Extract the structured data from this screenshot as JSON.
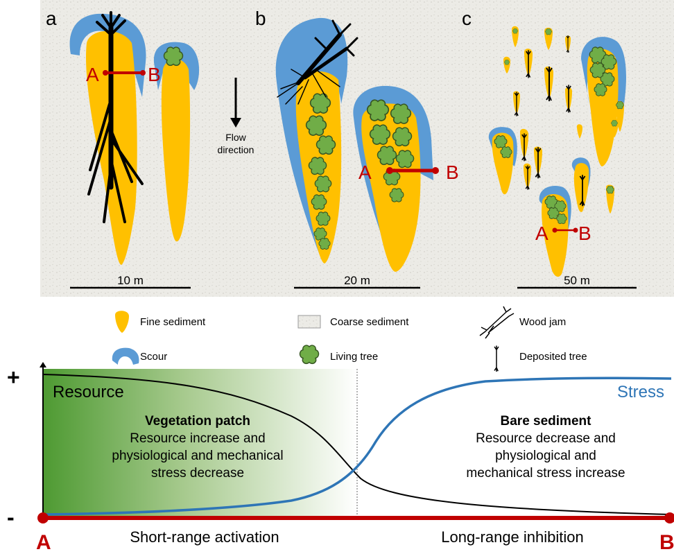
{
  "panels": {
    "a": {
      "letter": "a",
      "scale": "10 m",
      "label_a": "A",
      "label_b": "B"
    },
    "b": {
      "letter": "b",
      "scale": "20 m",
      "label_a": "A",
      "label_b": "B"
    },
    "c": {
      "letter": "c",
      "scale": "50 m",
      "label_a": "A",
      "label_b": "B"
    }
  },
  "flow": {
    "line1": "Flow",
    "line2": "direction"
  },
  "legend": {
    "fine_sediment": "Fine sediment",
    "coarse_sediment": "Coarse sediment",
    "wood_jam": "Wood jam",
    "scour": "Scour",
    "living_tree": "Living tree",
    "deposited_tree": "Deposited tree"
  },
  "graph": {
    "plus": "+",
    "minus": "-",
    "resource_label": "Resource",
    "stress_label": "Stress",
    "veg_title": "Vegetation patch",
    "veg_line1": "Resource increase and",
    "veg_line2": "physiological and mechanical",
    "veg_line3": "stress decrease",
    "bare_title": "Bare sediment",
    "bare_line1": "Resource decrease and",
    "bare_line2": "physiological and",
    "bare_line3": "mechanical stress increase",
    "start": "A",
    "end": "B",
    "short_range": "Short-range activation",
    "long_range": "Long-range inhibition"
  },
  "colors": {
    "fine_sediment": "#ffc000",
    "scour": "#5b9bd5",
    "tree": "#70ad47",
    "tree_outline": "#375623",
    "marker": "#c00000",
    "stress": "#2e75b6",
    "veg_gradient": "#4e9a32"
  }
}
